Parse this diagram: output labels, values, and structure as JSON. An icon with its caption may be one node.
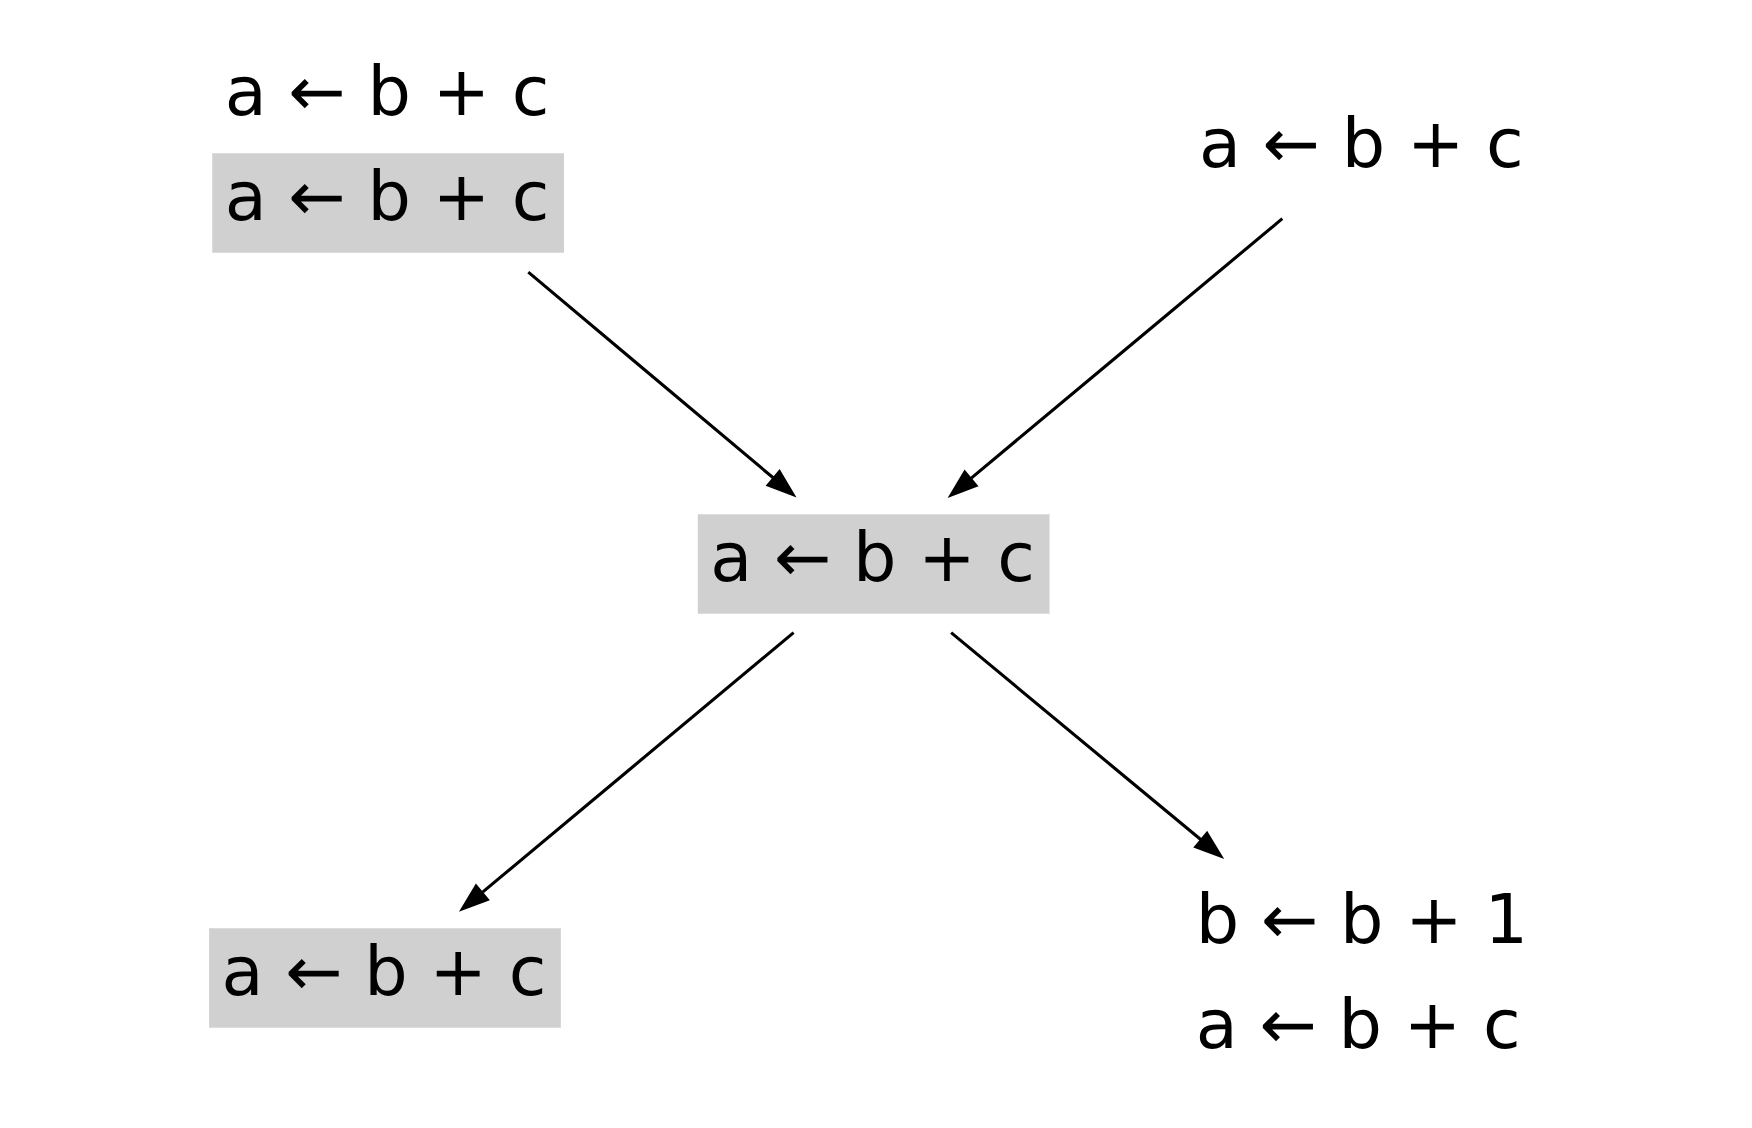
{
  "diagram": {
    "nodes": [
      {
        "text": [
          "a ← b + c",
          "a ← b + c"
        ]
      },
      {
        "text": [
          "a ← b + c"
        ]
      },
      {
        "text": [
          "a ← b + c"
        ]
      },
      {
        "text": [
          "a ← b + c"
        ]
      },
      {
        "text": [
          "b ← b + 1",
          "a ← b + c"
        ]
      }
    ],
    "edges": [
      {
        "from": 0,
        "to": 2,
        "arrow": "to"
      },
      {
        "from": 1,
        "to": 2,
        "arrow": "to"
      },
      {
        "from": 2,
        "to": 3,
        "arrow": "to"
      },
      {
        "from": 2,
        "to": 4,
        "arrow": "to"
      }
    ]
  }
}
